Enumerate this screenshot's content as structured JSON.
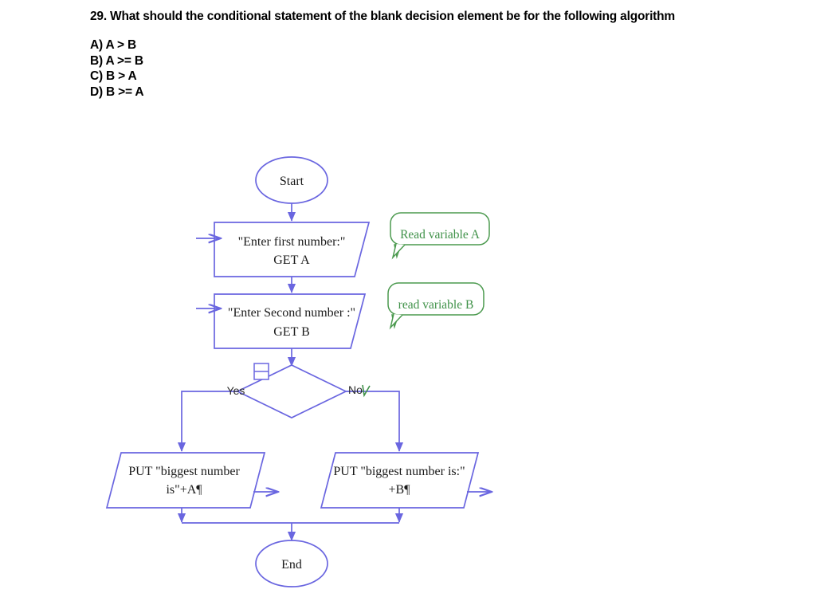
{
  "question": {
    "number_and_text": "29. What should the conditional statement of the blank decision element be for the following algorithm",
    "options": [
      "A) A > B",
      "B) A >= B",
      "C) B > A",
      "D) B >= A"
    ]
  },
  "flowchart": {
    "colors": {
      "shape_outline": "#6a66e0",
      "connector": "#6a66e0",
      "callout_outline": "#4c9a4f",
      "callout_text": "#3f9148",
      "shape_text": "#1a1a1a",
      "background": "#ffffff",
      "green_mark": "#3f9148"
    },
    "nodes": {
      "start": {
        "label": "Start",
        "shape": "oval"
      },
      "input_a": {
        "line1": "\"Enter first number:\"",
        "line2": "GET A",
        "shape": "parallelogram-input"
      },
      "input_b": {
        "line1": "\"Enter Second number :\"",
        "line2": "GET B",
        "shape": "parallelogram-input"
      },
      "decision": {
        "label": "",
        "shape": "diamond",
        "note": "blank decision element"
      },
      "output_a": {
        "line1": "PUT \"biggest number",
        "line2": "is\"+A¶",
        "shape": "parallelogram-output"
      },
      "output_b": {
        "line1": "PUT \"biggest number is:\"",
        "line2": "+B¶",
        "shape": "parallelogram-output"
      },
      "end": {
        "label": "End",
        "shape": "oval"
      }
    },
    "branch_labels": {
      "yes": "Yes",
      "no": "No"
    },
    "callouts": [
      {
        "text": "Read variable A"
      },
      {
        "text": "read variable B"
      }
    ],
    "icons": {
      "table_icon": "two-row-table-icon",
      "green_check": "green-check-mark-icon"
    }
  }
}
